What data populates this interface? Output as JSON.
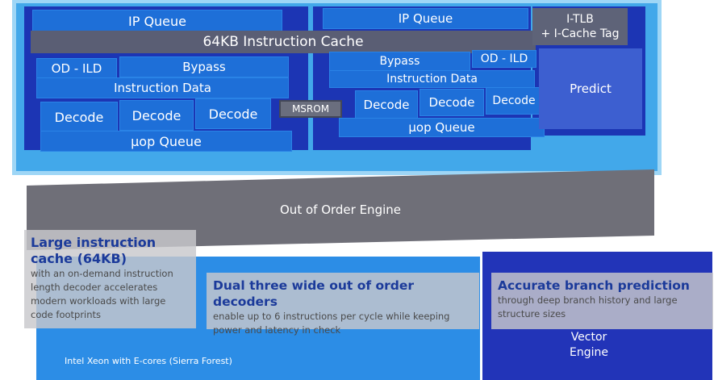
{
  "frontend_left": {
    "ip_queue": "IP Queue",
    "instruction_cache": "64KB Instruction Cache",
    "od_ild": "OD - ILD",
    "bypass": "Bypass",
    "instruction_data": "Instruction Data",
    "decoders": [
      "Decode",
      "Decode",
      "Decode"
    ],
    "uop_queue": "µop Queue"
  },
  "msrom": "MSROM",
  "frontend_right": {
    "ip_queue": "IP Queue",
    "bypass": "Bypass",
    "od_ild": "OD - ILD",
    "instruction_data": "Instruction Data",
    "decoders": [
      "Decode",
      "Decode",
      "Decode"
    ],
    "uop_queue": "µop Queue"
  },
  "branch": {
    "itlb_line1": "I-TLB",
    "itlb_line2": "+ I-Cache Tag",
    "predict": "Predict"
  },
  "ooo_engine": "Out of Order Engine",
  "vector_engine_line1": "Vector",
  "vector_engine_line2": "Engine",
  "callouts": [
    {
      "title_line1": "Large instruction",
      "title_line2": "cache (64KB)",
      "body": [
        "with an on-demand instruction",
        "length decoder accelerates",
        "modern workloads with large",
        "code footprints"
      ]
    },
    {
      "title_line1": "Dual three wide out of order decoders",
      "body": [
        "enable up to 6 instructions per cycle while keeping",
        "power and latency in check"
      ]
    },
    {
      "title_line1": "Accurate branch prediction",
      "body": [
        "through deep branch history and large",
        "structure sizes"
      ]
    }
  ],
  "footer_caption": "Intel Xeon with E-cores (Sierra Forest)"
}
